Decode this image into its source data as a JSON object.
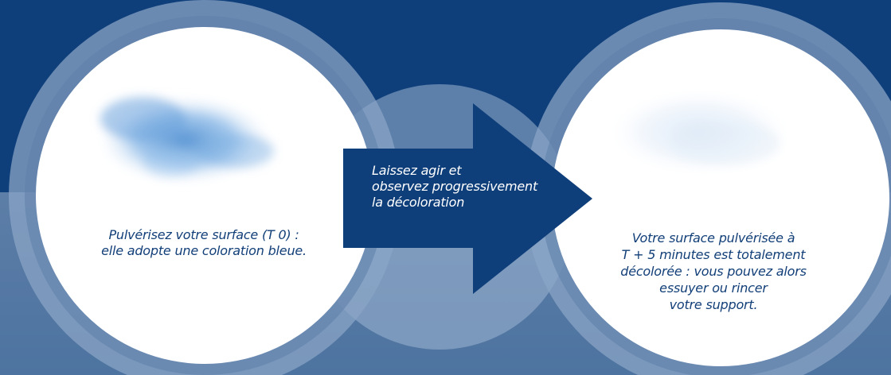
{
  "steps": {
    "start_text": "Pulvérisez votre surface (T 0) :\nelle adopte une coloration bleue.",
    "middle_text": "Laissez agir et\nobservez progressivement\nla décoloration",
    "end_text": "Votre surface pulvérisée à\nT + 5 minutes est totalement\ndécolorée : vous pouvez alors\nessuyer ou rincer\nvotre support."
  },
  "colors": {
    "top_band": "#0f3f7a",
    "bottom_band": "#5c7ea7",
    "circle_fill": "#ffffff",
    "ring": "#8fa8c8",
    "arrow": "#0f3f7a",
    "caption": "#123f78"
  },
  "icons": {
    "start_visual": "blue-spray-stain",
    "middle_visual": "right-arrow",
    "end_visual": "faded-stain"
  }
}
